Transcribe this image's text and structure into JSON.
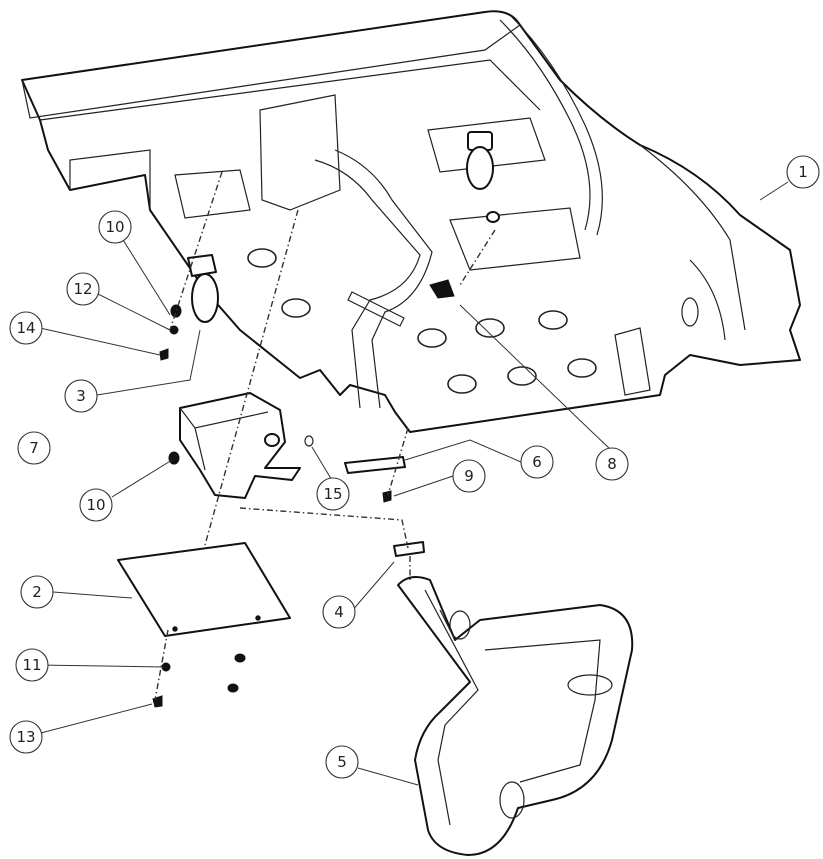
{
  "callouts": [
    {
      "id": "1",
      "label": "1"
    },
    {
      "id": "2",
      "label": "2"
    },
    {
      "id": "3",
      "label": "3"
    },
    {
      "id": "4",
      "label": "4"
    },
    {
      "id": "5",
      "label": "5"
    },
    {
      "id": "6",
      "label": "6"
    },
    {
      "id": "7",
      "label": "7"
    },
    {
      "id": "8",
      "label": "8"
    },
    {
      "id": "9",
      "label": "9"
    },
    {
      "id": "10a",
      "label": "10"
    },
    {
      "id": "10b",
      "label": "10"
    },
    {
      "id": "11",
      "label": "11"
    },
    {
      "id": "12",
      "label": "12"
    },
    {
      "id": "13",
      "label": "13"
    },
    {
      "id": "14",
      "label": "14"
    },
    {
      "id": "15",
      "label": "15"
    }
  ]
}
